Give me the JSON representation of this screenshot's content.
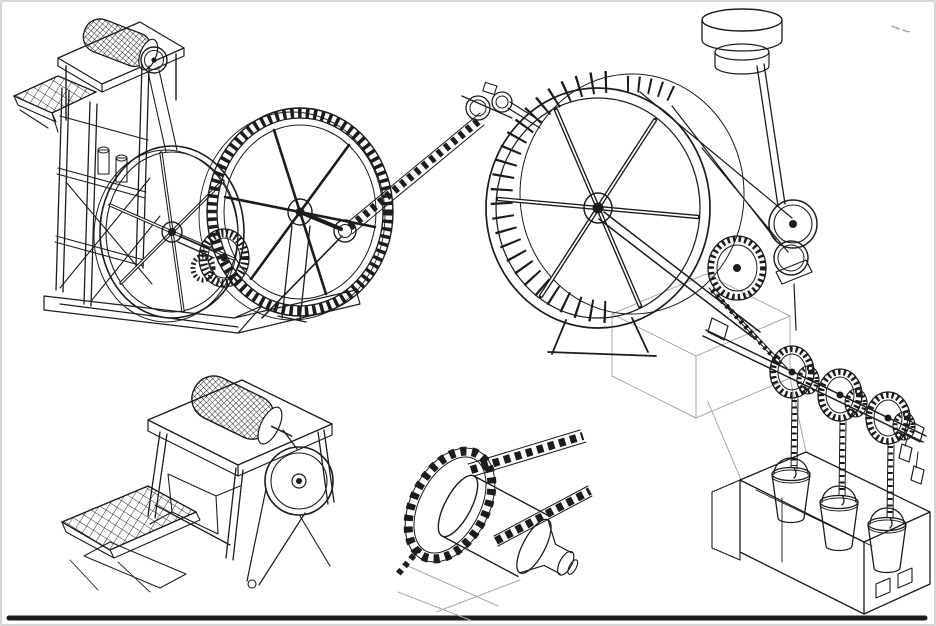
{
  "figure": {
    "kind": "technical-line-drawing",
    "aria_label": "Isometric engineering line drawing: a water wheel and toothed gear train drive a chain-and-sprocket line shaft that raises three buckets over a stepped stone base; detail insets show the feed table with a meshed drum and a close-up of the drive chain wrapped on its roller.",
    "background": "#ffffff",
    "ink": "#1c1c1c",
    "construction": "#a9a9a9",
    "bucket_count": 3,
    "components": [
      "feed-table-with-mesh-drum",
      "feed-chute",
      "timber-stamp-frame",
      "flywheel",
      "toothed-gear-wheel",
      "pinion-gear",
      "roller-chain-drive",
      "idler-pulley-cluster",
      "water-wheel",
      "belt-and-pulley-stack",
      "counterweight-cylinder",
      "chain-sprocket",
      "bucket-line-shaft",
      "sprocket-clusters",
      "hanging-chains",
      "buckets",
      "stepped-stone-base",
      "detail-inset-feed-table",
      "detail-inset-chain-roller"
    ]
  }
}
